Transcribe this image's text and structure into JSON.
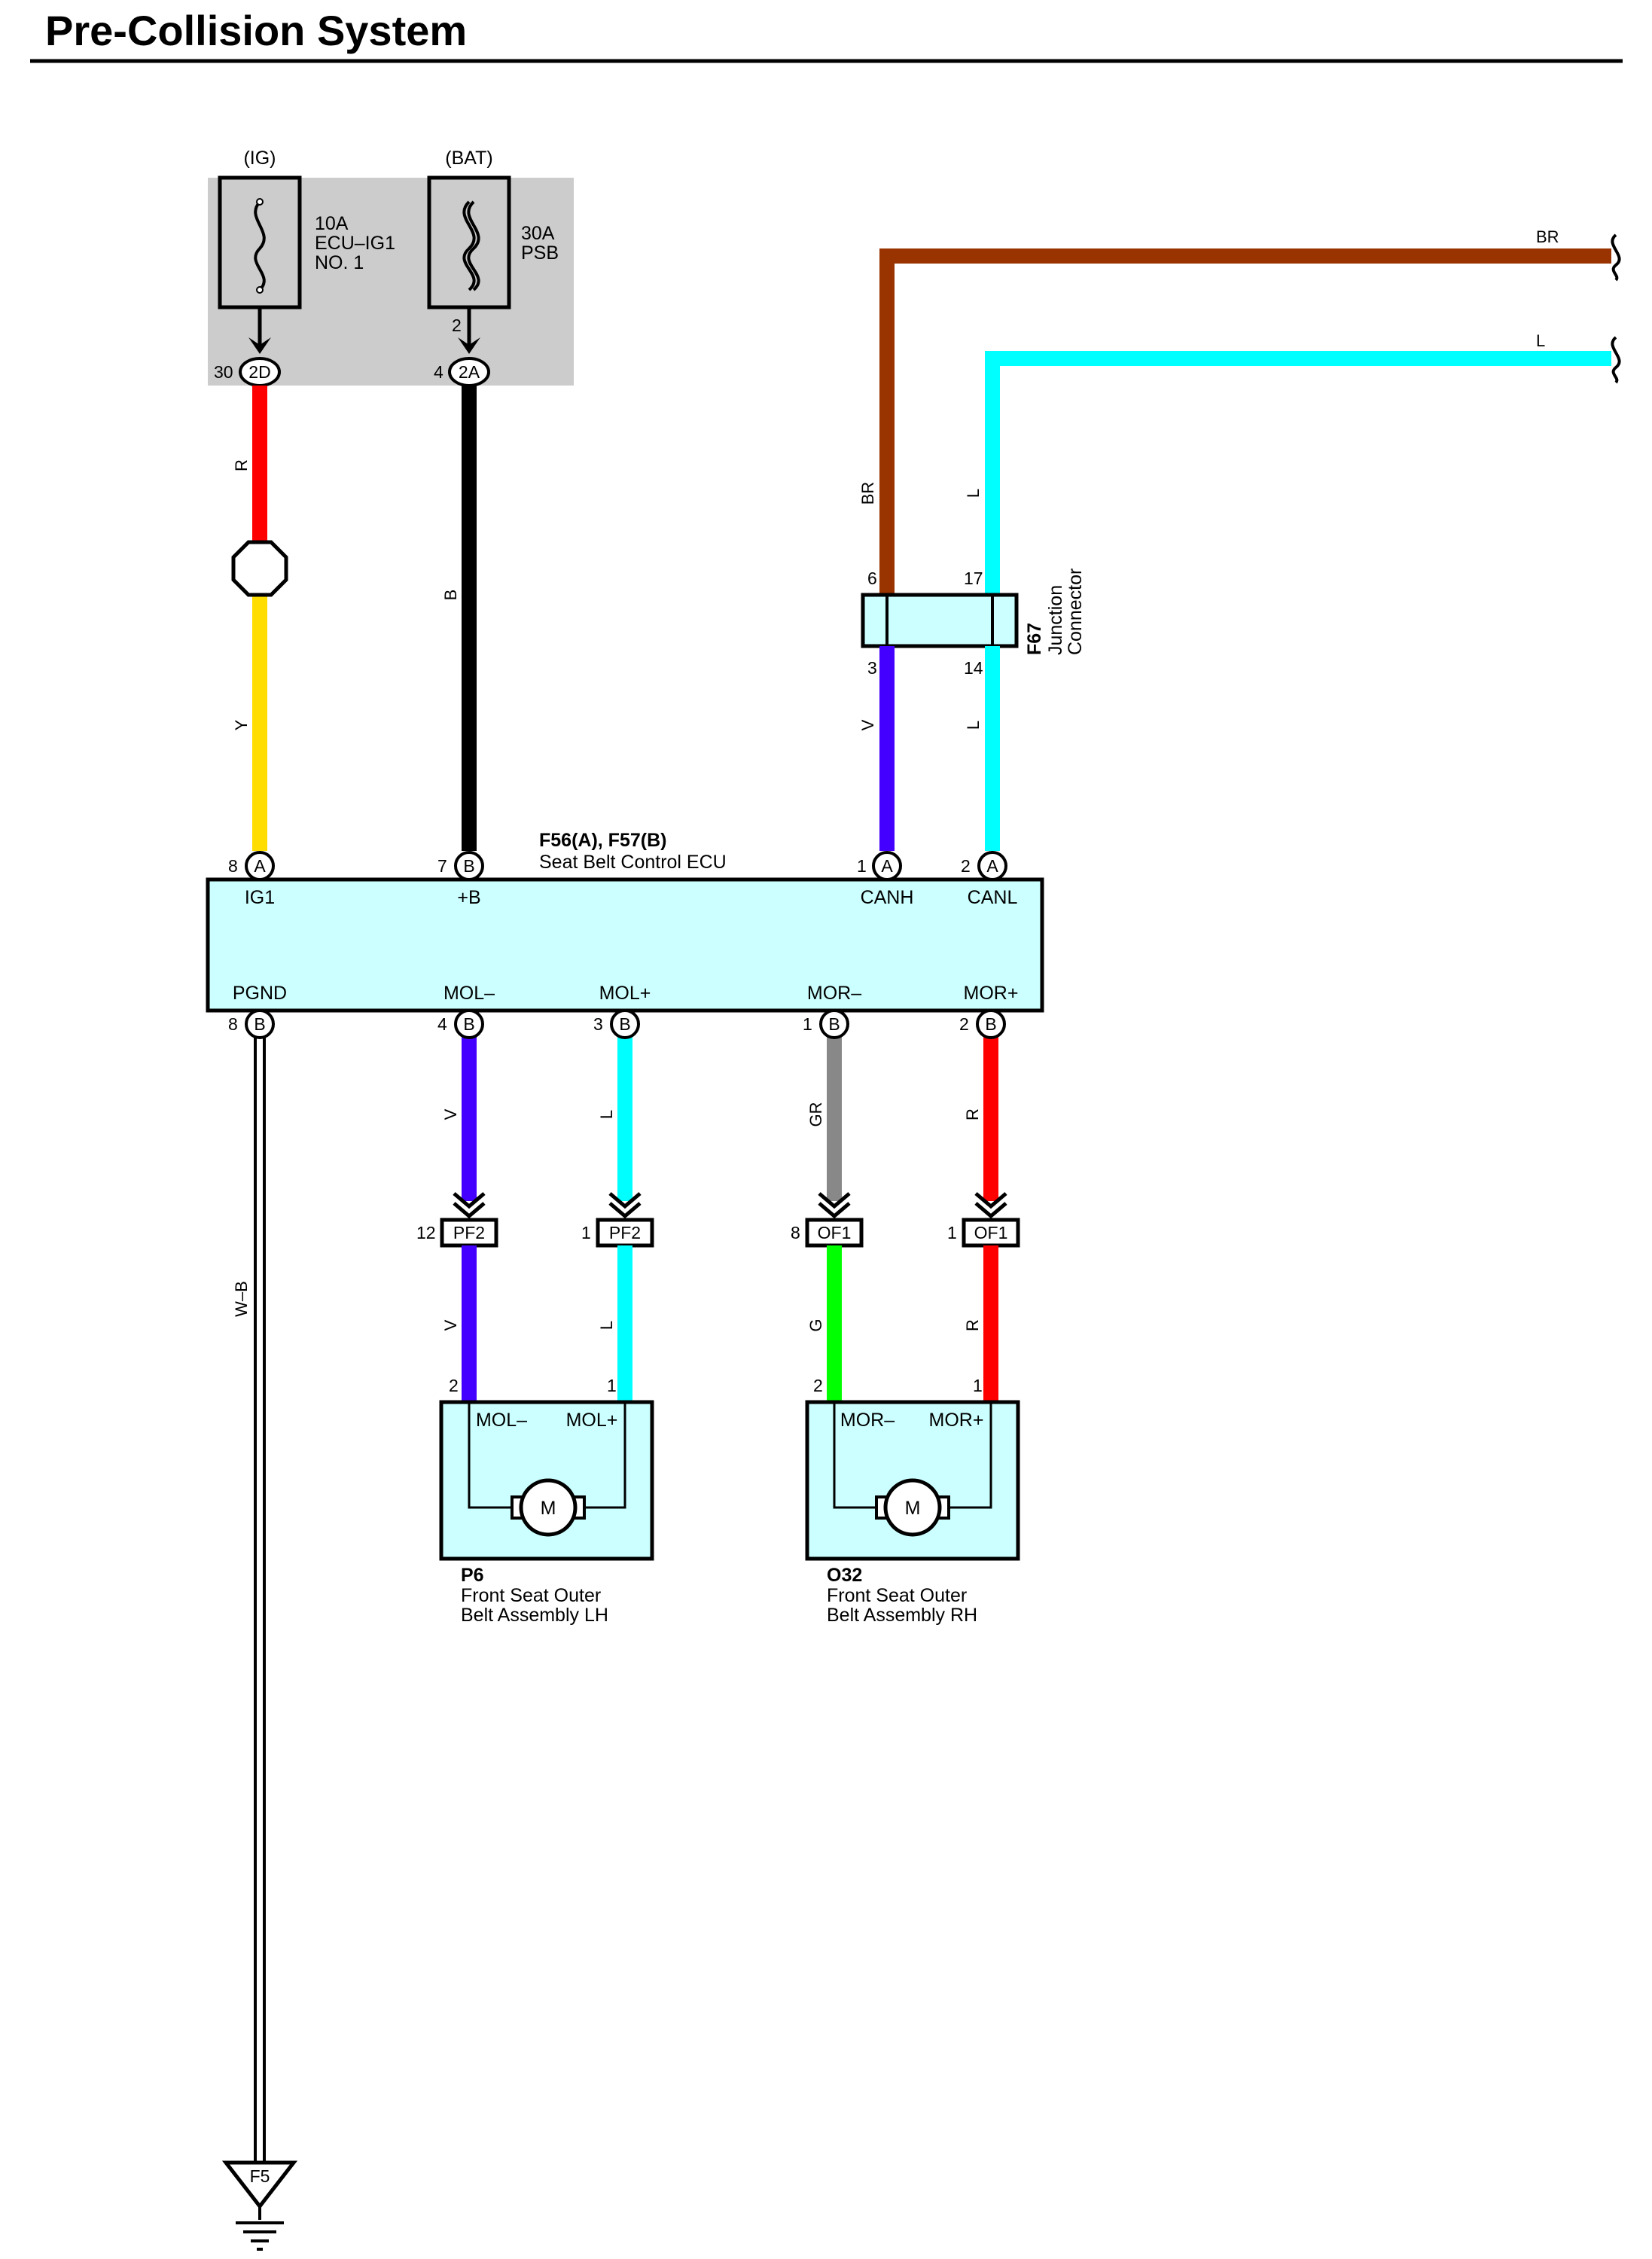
{
  "title": "Pre-Collision System",
  "fuse_block": {
    "ig_label": "(IG)",
    "bat_label": "(BAT)",
    "fuse1_lines": [
      "10A",
      "ECU–IG1",
      "NO. 1"
    ],
    "fuse2_lines": [
      "30A",
      "PSB"
    ],
    "fuse2_pin": "2",
    "conn_2d": {
      "code": "2D",
      "pin": "30"
    },
    "conn_2a": {
      "code": "2A",
      "pin": "4"
    }
  },
  "right_wires": {
    "br": "BR",
    "l": "L"
  },
  "junction": {
    "id": "F67",
    "name_lines": [
      "Junction",
      "Connector"
    ],
    "pins": {
      "top_left": "6",
      "top_right": "17",
      "bottom_left": "3",
      "bottom_right": "14"
    }
  },
  "ecu": {
    "id": "F56(A), F57(B)",
    "name": "Seat Belt Control ECU",
    "top_terminals": [
      {
        "pin": "8",
        "conn": "A",
        "name": "IG1"
      },
      {
        "pin": "7",
        "conn": "B",
        "name": "+B"
      },
      {
        "pin": "1",
        "conn": "A",
        "name": "CANH"
      },
      {
        "pin": "2",
        "conn": "A",
        "name": "CANL"
      }
    ],
    "bottom_terminals": [
      {
        "pin": "8",
        "conn": "B",
        "name": "PGND"
      },
      {
        "pin": "4",
        "conn": "B",
        "name": "MOL–"
      },
      {
        "pin": "3",
        "conn": "B",
        "name": "MOL+"
      },
      {
        "pin": "1",
        "conn": "B",
        "name": "MOR–"
      },
      {
        "pin": "2",
        "conn": "B",
        "name": "MOR+"
      }
    ]
  },
  "wire_colors": {
    "ig1_upper": "R",
    "ig1_lower": "Y",
    "plus_b": "B",
    "canh_upper": "BR",
    "canh_lower": "V",
    "canl_upper": "L",
    "canl_lower": "L",
    "pgnd": "W–B",
    "mol_minus_upper": "V",
    "mol_minus_lower": "V",
    "mol_plus_upper": "L",
    "mol_plus_lower": "L",
    "mor_minus_upper": "GR",
    "mor_minus_lower": "G",
    "mor_plus_upper": "R",
    "mor_plus_lower": "R"
  },
  "inline_connectors": [
    {
      "code": "PF2",
      "pin": "12"
    },
    {
      "code": "PF2",
      "pin": "1"
    },
    {
      "code": "OF1",
      "pin": "8"
    },
    {
      "code": "OF1",
      "pin": "1"
    }
  ],
  "motor_lh": {
    "id": "P6",
    "name_lines": [
      "Front Seat Outer",
      "Belt Assembly LH"
    ],
    "term_minus": "MOL–",
    "term_plus": "MOL+",
    "pin_minus": "2",
    "pin_plus": "1",
    "symbol": "M"
  },
  "motor_rh": {
    "id": "O32",
    "name_lines": [
      "Front Seat Outer",
      "Belt Assembly RH"
    ],
    "term_minus": "MOR–",
    "term_plus": "MOR+",
    "pin_minus": "2",
    "pin_plus": "1",
    "symbol": "M"
  },
  "ground": {
    "id": "F5"
  },
  "colors": {
    "red": "#ff0000",
    "yellow": "#ffdd00",
    "black": "#000000",
    "brown": "#993300",
    "cyan": "#00ffff",
    "violet": "#4400ff",
    "gray": "#888888",
    "green": "#00ff00",
    "box_fill": "#ccffff",
    "fuse_box": "#cccccc"
  }
}
